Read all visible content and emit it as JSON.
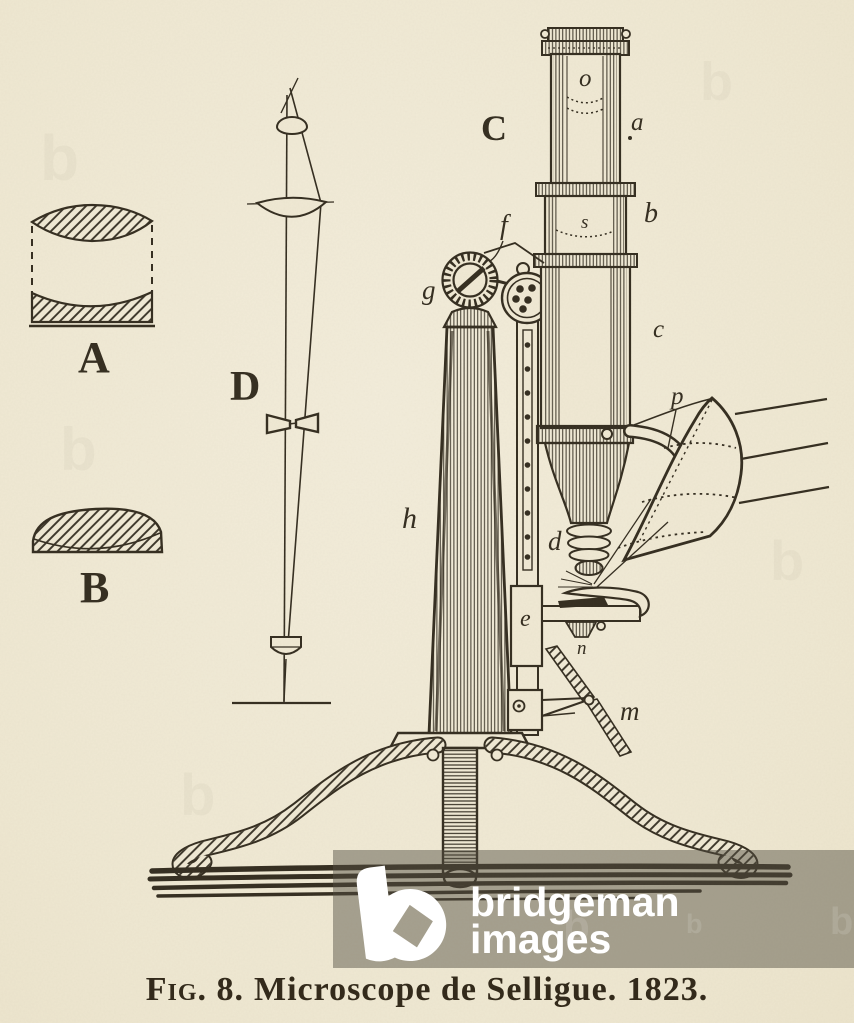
{
  "figure": {
    "caption_prefix": "Fig. 8.",
    "caption_text": "Microscope de Selligue. 1823."
  },
  "labels": {
    "A": "A",
    "B": "B",
    "C": "C",
    "D": "D",
    "a": "a",
    "b": "b",
    "c": "c",
    "d": "d",
    "e": "e",
    "f": "f",
    "g": "g",
    "h": "h",
    "m": "m",
    "n": "n",
    "o": "o",
    "p": "p",
    "s": "s"
  },
  "watermark": {
    "logo_letter": "b",
    "line1": "bridgeman",
    "line2": "images",
    "ghost_letter": "b"
  },
  "colors": {
    "paper": "#f0e9d4",
    "ink": "#352e21",
    "band": "rgba(82,79,66,0.47)",
    "white": "#ffffff"
  }
}
